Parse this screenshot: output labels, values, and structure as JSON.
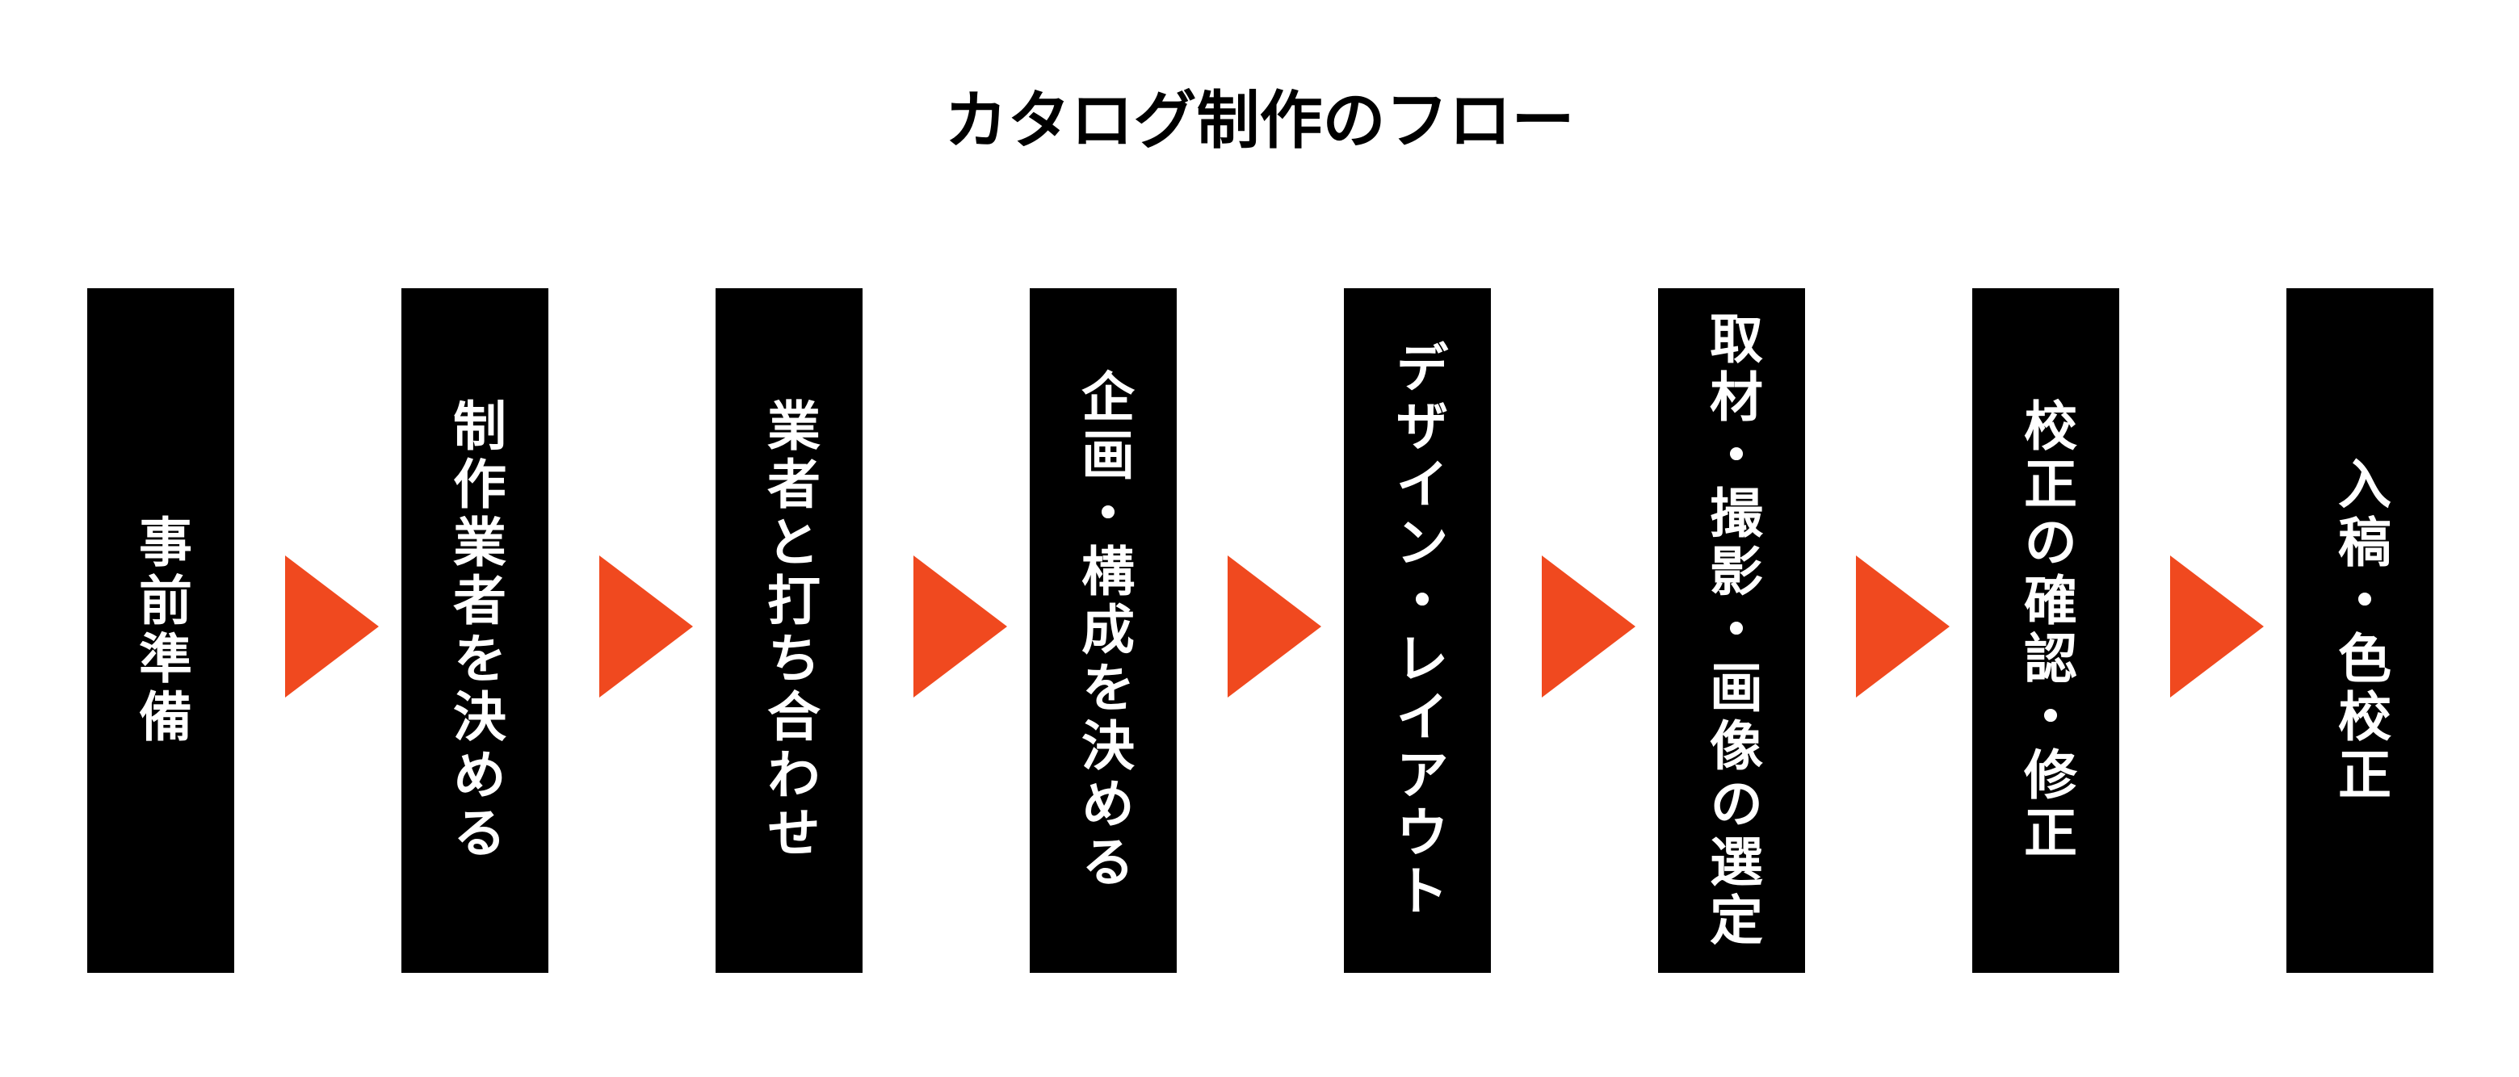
{
  "title": "カタログ制作のフロー",
  "steps": [
    {
      "label": "事前準備"
    },
    {
      "label": "制作業者を決める"
    },
    {
      "label": "業者と打ち合わせ"
    },
    {
      "label": "企画・構成を決める"
    },
    {
      "label": "デザイン・レイアウト"
    },
    {
      "label": "取材・撮影・画像の選定"
    },
    {
      "label": "校正の確認・修正"
    },
    {
      "label": "入稿・色校正"
    }
  ],
  "colors": {
    "box": "#000000",
    "arrow": "#F0491F",
    "text": "#FFFFFF"
  }
}
